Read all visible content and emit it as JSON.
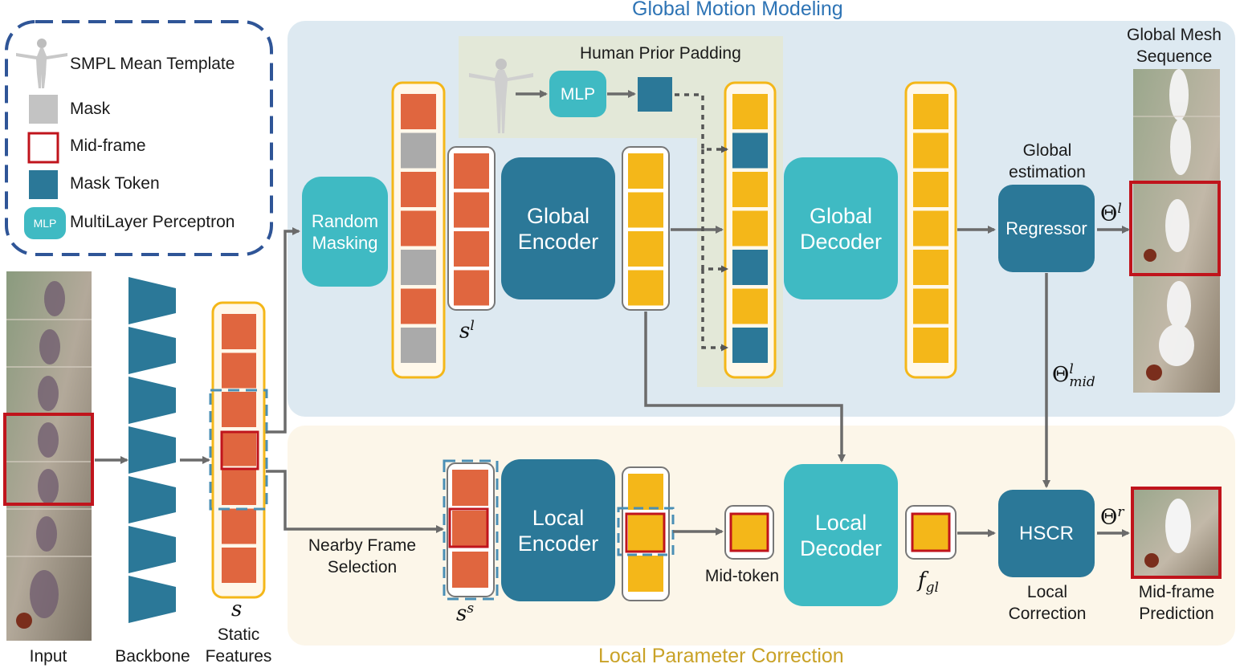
{
  "sections": {
    "global_title": "Global Motion Modeling",
    "local_title": "Local Parameter Correction",
    "global_color": "#2e74b5",
    "local_color": "#c9a227"
  },
  "legend": {
    "items": [
      {
        "label": "SMPL Mean Template",
        "icon": "human-template-icon"
      },
      {
        "label": "Mask",
        "icon": "gray-square"
      },
      {
        "label": "Mid-frame",
        "icon": "red-outline-square"
      },
      {
        "label": "Mask Token",
        "icon": "blue-square"
      },
      {
        "label": "MultiLayer Perceptron",
        "icon": "mlp-badge",
        "badge": "MLP"
      }
    ]
  },
  "labels": {
    "input": "Input",
    "backbone": "Backbone",
    "static_features_symbol": "s",
    "static_features": "Static\nFeatures",
    "random_masking": "Random\nMasking",
    "human_prior_padding": "Human Prior Padding",
    "mlp": "MLP",
    "global_encoder": "Global\nEncoder",
    "global_decoder": "Global\nDecoder",
    "global_estimation": "Global\nestimation",
    "regressor": "Regressor",
    "global_mesh_sequence": "Global Mesh\nSequence",
    "nearby_frame_selection": "Nearby Frame\nSelection",
    "local_encoder": "Local\nEncoder",
    "mid_token": "Mid-token",
    "local_decoder": "Local\nDecoder",
    "hscr": "HSCR",
    "local_correction": "Local\nCorrection",
    "mid_frame_prediction": "Mid-frame\nPrediction"
  },
  "math": {
    "s_l": {
      "base": "s",
      "sup": "l"
    },
    "s_s": {
      "base": "s",
      "sup": "s"
    },
    "theta_l": {
      "base": "Θ",
      "sup": "l"
    },
    "theta_mid": {
      "base": "Θ",
      "sup": "l",
      "sub": "mid"
    },
    "theta_r": {
      "base": "Θ",
      "sup": "r"
    },
    "f_gl": {
      "base": "f",
      "sub": "gl"
    }
  },
  "colors": {
    "token_orange": "#e0663f",
    "token_gray": "#aaaaaa",
    "token_yellow": "#f4b719",
    "mask_token": "#2b7898",
    "block_dark": "#2b7898",
    "block_teal": "#3fbac3",
    "frame_red": "#c0141c",
    "arrow": "#6b6b6b",
    "global_bg": "#dde9f1",
    "local_bg": "#fcf6e9",
    "padding_bg": "#e3e8d8"
  },
  "sequences": {
    "masked_tokens": [
      "orange",
      "gray",
      "orange",
      "orange",
      "gray",
      "orange",
      "gray"
    ],
    "padded_tokens": [
      "yellow",
      "mask",
      "yellow",
      "yellow",
      "mask",
      "yellow",
      "mask"
    ]
  }
}
